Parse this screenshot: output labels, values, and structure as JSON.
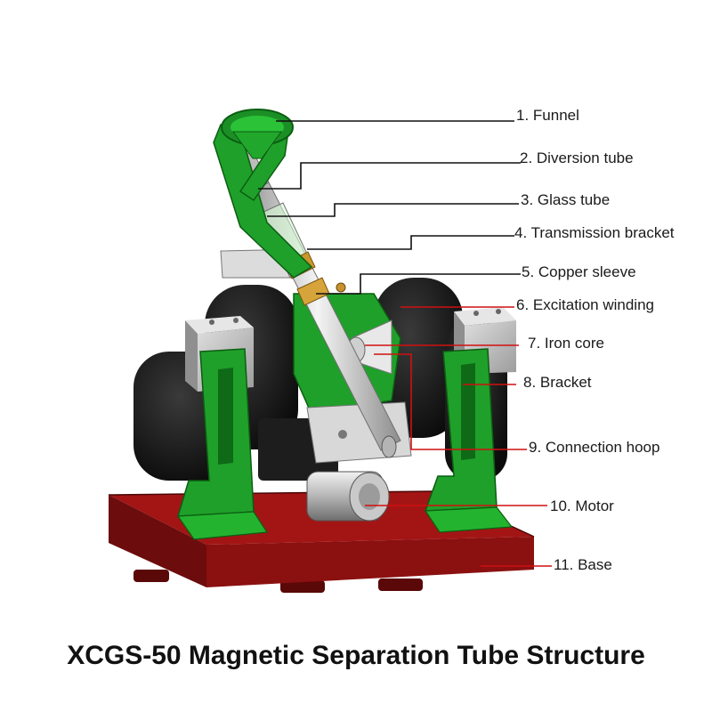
{
  "title": "XCGS-50 Magnetic Separation Tube Structure",
  "colors": {
    "bracket_green": "#1fa02a",
    "base_red": "#8b1010",
    "winding_black": "#151515",
    "leader_black": "#111111",
    "leader_red": "#d01010"
  },
  "labels": [
    {
      "id": "funnel",
      "text": "1. Funnel"
    },
    {
      "id": "diversion-tube",
      "text": "2. Diversion tube"
    },
    {
      "id": "glass-tube",
      "text": "3. Glass tube"
    },
    {
      "id": "transmission-bracket",
      "text": "4. Transmission bracket"
    },
    {
      "id": "copper-sleeve",
      "text": "5. Copper sleeve"
    },
    {
      "id": "excitation-winding",
      "text": "6. Excitation winding"
    },
    {
      "id": "iron-core",
      "text": "7. Iron core"
    },
    {
      "id": "bracket",
      "text": "8. Bracket"
    },
    {
      "id": "connection-hoop",
      "text": "9. Connection hoop"
    },
    {
      "id": "motor",
      "text": "10. Motor"
    },
    {
      "id": "base",
      "text": "11. Base"
    }
  ]
}
